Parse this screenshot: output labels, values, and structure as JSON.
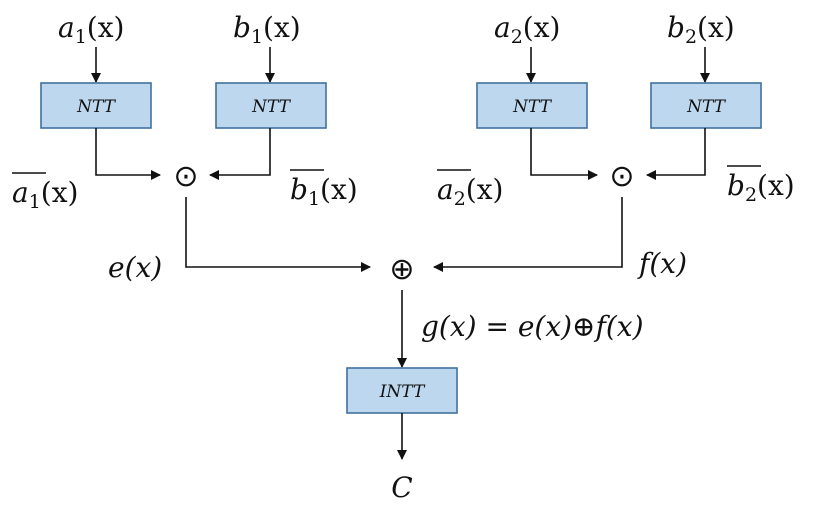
{
  "inputs": {
    "a1": {
      "base": "a",
      "sub": "1",
      "arg": "(x)"
    },
    "b1": {
      "base": "b",
      "sub": "1",
      "arg": "(x)"
    },
    "a2": {
      "base": "a",
      "sub": "2",
      "arg": "(x)"
    },
    "b2": {
      "base": "b",
      "sub": "2",
      "arg": "(x)"
    }
  },
  "transformed": {
    "a1": {
      "base": "a",
      "sub": "1",
      "arg": "(x)"
    },
    "b1": {
      "base": "b",
      "sub": "1",
      "arg": "(x)"
    },
    "a2": {
      "base": "a",
      "sub": "2",
      "arg": "(x)"
    },
    "b2": {
      "base": "b",
      "sub": "2",
      "arg": "(x)"
    }
  },
  "boxes": {
    "ntt_a1": "NTT",
    "ntt_b1": "NTT",
    "ntt_a2": "NTT",
    "ntt_b2": "NTT",
    "intt": "INTT"
  },
  "operators": {
    "pointwise_left": "⊙",
    "pointwise_right": "⊙",
    "add": "⊕"
  },
  "intermediates": {
    "e": "e(x)",
    "f": "f(x)",
    "g_equation": "g(x) = e(x)⊕f(x)"
  },
  "output": "C",
  "colors": {
    "box_fill": "#bdd7ee",
    "box_stroke": "#41719c",
    "line": "#111111"
  }
}
